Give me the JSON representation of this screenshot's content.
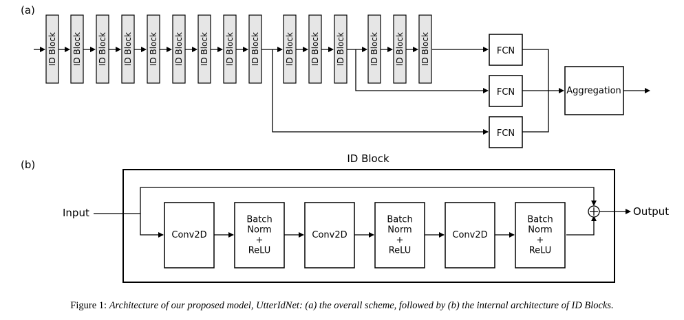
{
  "panel_a": {
    "label": "(a)",
    "id_block_label": "ID Block",
    "fcn_label": "FCN",
    "aggregation_label": "Aggregation"
  },
  "panel_b": {
    "label": "(b)",
    "title": "ID Block",
    "input_label": "Input",
    "output_label": "Output",
    "stages": [
      {
        "lines": [
          "Conv2D"
        ]
      },
      {
        "lines": [
          "Batch",
          "Norm",
          "+",
          "ReLU"
        ]
      },
      {
        "lines": [
          "Conv2D"
        ]
      },
      {
        "lines": [
          "Batch",
          "Norm",
          "+",
          "ReLU"
        ]
      },
      {
        "lines": [
          "Conv2D"
        ]
      },
      {
        "lines": [
          "Batch",
          "Norm",
          "+",
          "ReLU"
        ]
      }
    ]
  },
  "caption": {
    "prefix": "Figure 1: ",
    "text": "Architecture of our proposed model, UtterIdNet: (a) the overall scheme, followed by (b) the internal architecture of ID Blocks."
  }
}
